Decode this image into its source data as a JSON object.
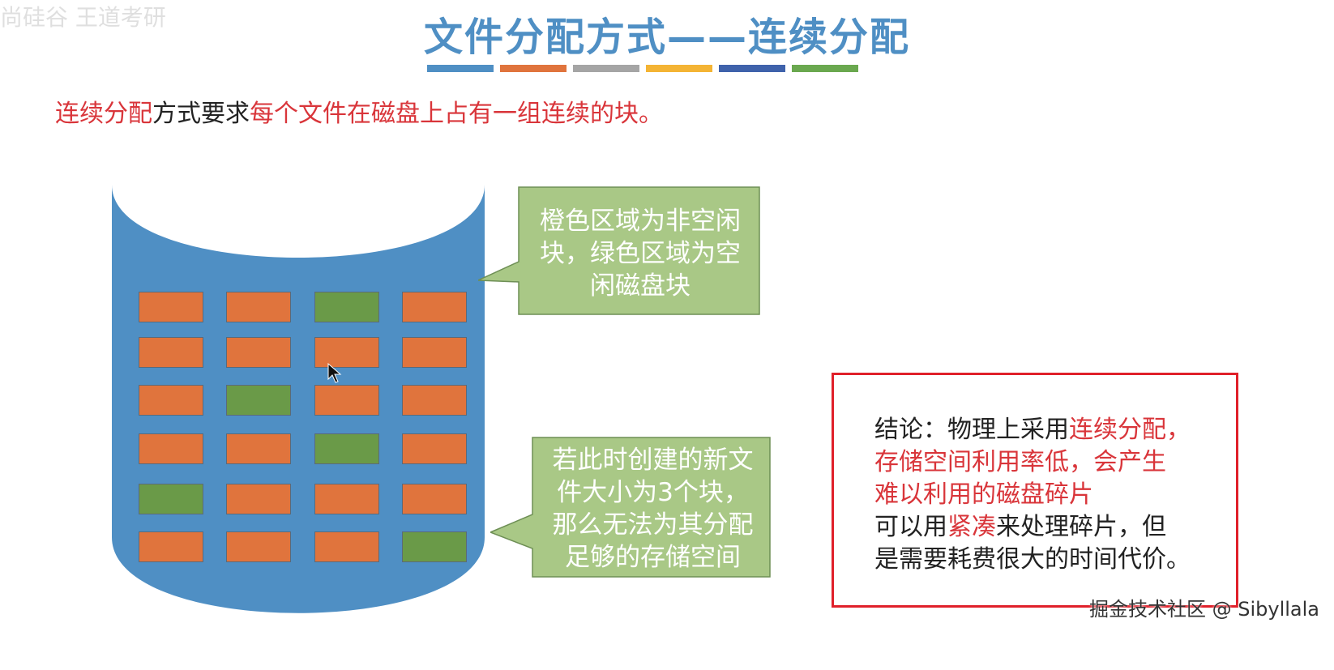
{
  "watermark_top": "尚硅谷 王道考研",
  "title": "文件分配方式——连续分配",
  "title_bar_colors": [
    "#4f8fc4",
    "#e0743d",
    "#a5a5a5",
    "#f4b434",
    "#3f62ab",
    "#6aa84f"
  ],
  "intro": {
    "part1": "连续分配",
    "part2": "方式要求",
    "part3": "每个文件在磁盘上占有一组连续的块。"
  },
  "disk": {
    "colors": {
      "used": "#e0743d",
      "free": "#6a9a48",
      "body": "#4f8fc4"
    },
    "rows": [
      [
        "used",
        "used",
        "free",
        "used"
      ],
      [
        "used",
        "used",
        "used",
        "used"
      ],
      [
        "used",
        "free",
        "used",
        "used"
      ],
      [
        "used",
        "used",
        "free",
        "used"
      ],
      [
        "free",
        "used",
        "used",
        "used"
      ],
      [
        "used",
        "used",
        "used",
        "free"
      ]
    ]
  },
  "callout_top": {
    "lines": [
      "橙色区域为非空闲",
      "块，绿色区域为空",
      "闲磁盘块"
    ]
  },
  "callout_bottom": {
    "lines": [
      "若此时创建的新文",
      "件大小为3个块，",
      "那么无法为其分配",
      "足够的存储空间"
    ]
  },
  "conclusion": {
    "l1a": "结论：物理上采用",
    "l1b": "连续分配，",
    "l2": "存储空间利用率低，会产生",
    "l3": "难以利用的磁盘碎片",
    "l4a": "可以用",
    "l4b": "紧凑",
    "l4c": "来处理碎片，但",
    "l5": "是需要耗费很大的时间代价。"
  },
  "footer_watermark": "掘金技术社区 @ Sibyllala"
}
